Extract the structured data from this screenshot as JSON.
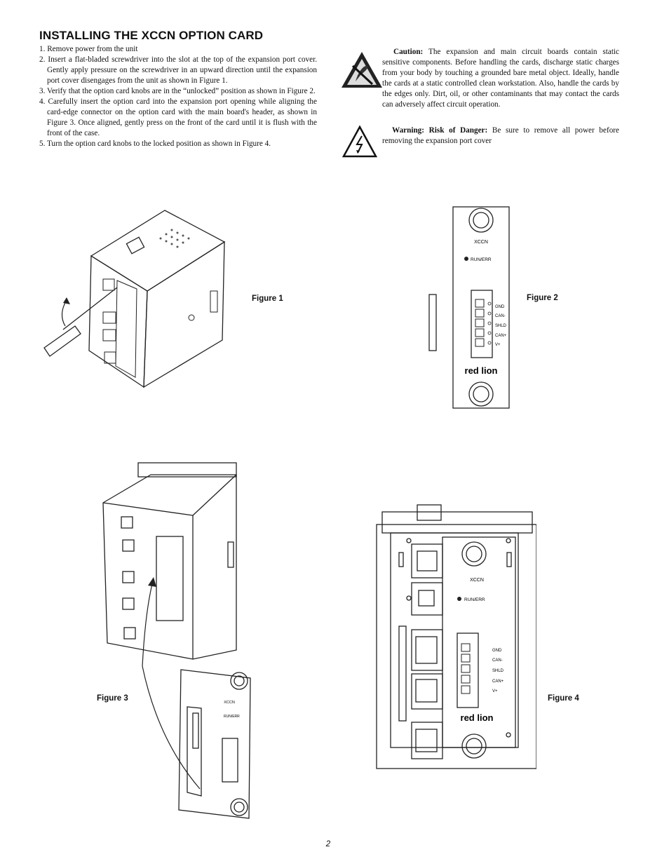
{
  "page": {
    "title": "INSTALLING THE XCCN OPTION CARD",
    "page_number": "2"
  },
  "steps": [
    "1. Remove power from the unit",
    "2. Insert a flat-bladed screwdriver into the slot at the top of the expansion port cover. Gently apply pressure on the screwdriver in an upward direction until the expansion port cover disengages from the unit as shown in Figure 1.",
    "3. Verify that the option card knobs are in the “unlocked” position as shown in Figure 2.",
    "4. Carefully insert the option card into the expansion port opening while aligning the card-edge connector on the option card with the main board's header, as shown in Figure 3. Once aligned, gently press on the front of the card until it is flush with the front of the case.",
    "5. Turn the option card knobs to the locked position as shown in Figure 4."
  ],
  "caution": {
    "lead": "Caution:",
    "text": " The expansion and main circuit boards contain static sensitive components. Before handling the cards, discharge static charges from your body by touching a grounded bare metal object. Ideally, handle the cards at a static controlled clean workstation. Also, handle the cards by the edges only. Dirt, oil, or other contaminants that may contact the cards can adversely affect circuit operation.",
    "icon": "esd-warning-icon"
  },
  "warning": {
    "lead": "Warning: Risk of Danger:",
    "text": " Be sure to remove all power before removing the expansion port cover",
    "icon": "electrical-hazard-icon"
  },
  "figures": {
    "figure1": "Figure 1",
    "figure2": "Figure 2",
    "figure3": "Figure 3",
    "figure4": "Figure 4"
  },
  "card": {
    "model": "XCCN",
    "led": "RUN/ERR",
    "pins": [
      "GND",
      "CAN-",
      "SHLD",
      "CAN+",
      "V+"
    ],
    "brand": "red lion"
  }
}
